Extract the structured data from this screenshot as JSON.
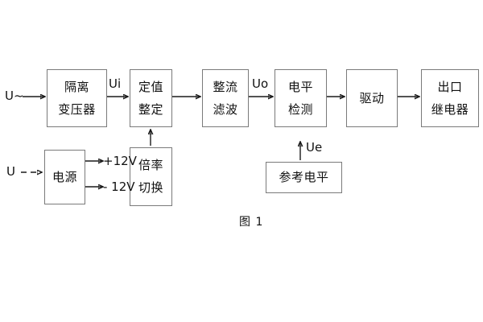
{
  "figure": {
    "caption": "图 1",
    "blocks": [
      {
        "id": "isolation-transformer",
        "lines": [
          "隔离",
          "变压器"
        ]
      },
      {
        "id": "setting-adjust",
        "lines": [
          "定值",
          "整定"
        ]
      },
      {
        "id": "rectify-filter",
        "lines": [
          "整流",
          "滤波"
        ]
      },
      {
        "id": "level-detect",
        "lines": [
          "电平",
          "检测"
        ]
      },
      {
        "id": "drive",
        "lines": [
          "驱动"
        ]
      },
      {
        "id": "output-relay",
        "lines": [
          "出口",
          "继电器"
        ]
      },
      {
        "id": "power-supply",
        "lines": [
          "电源"
        ]
      },
      {
        "id": "multiplier-switch",
        "lines": [
          "倍率",
          "切换"
        ]
      },
      {
        "id": "reference-level",
        "lines": [
          "参考电平"
        ]
      }
    ],
    "labels": {
      "input_ac": "U~",
      "input_dc": "U",
      "ui": "Ui",
      "uo": "Uo",
      "ue": "Ue",
      "pos_12v": "+12V",
      "neg_12v": "- 12V"
    },
    "colors": {
      "background": "#ffffff",
      "box_border": "#7a7a7a",
      "text": "#111111",
      "connector": "#1a1a1a"
    }
  }
}
